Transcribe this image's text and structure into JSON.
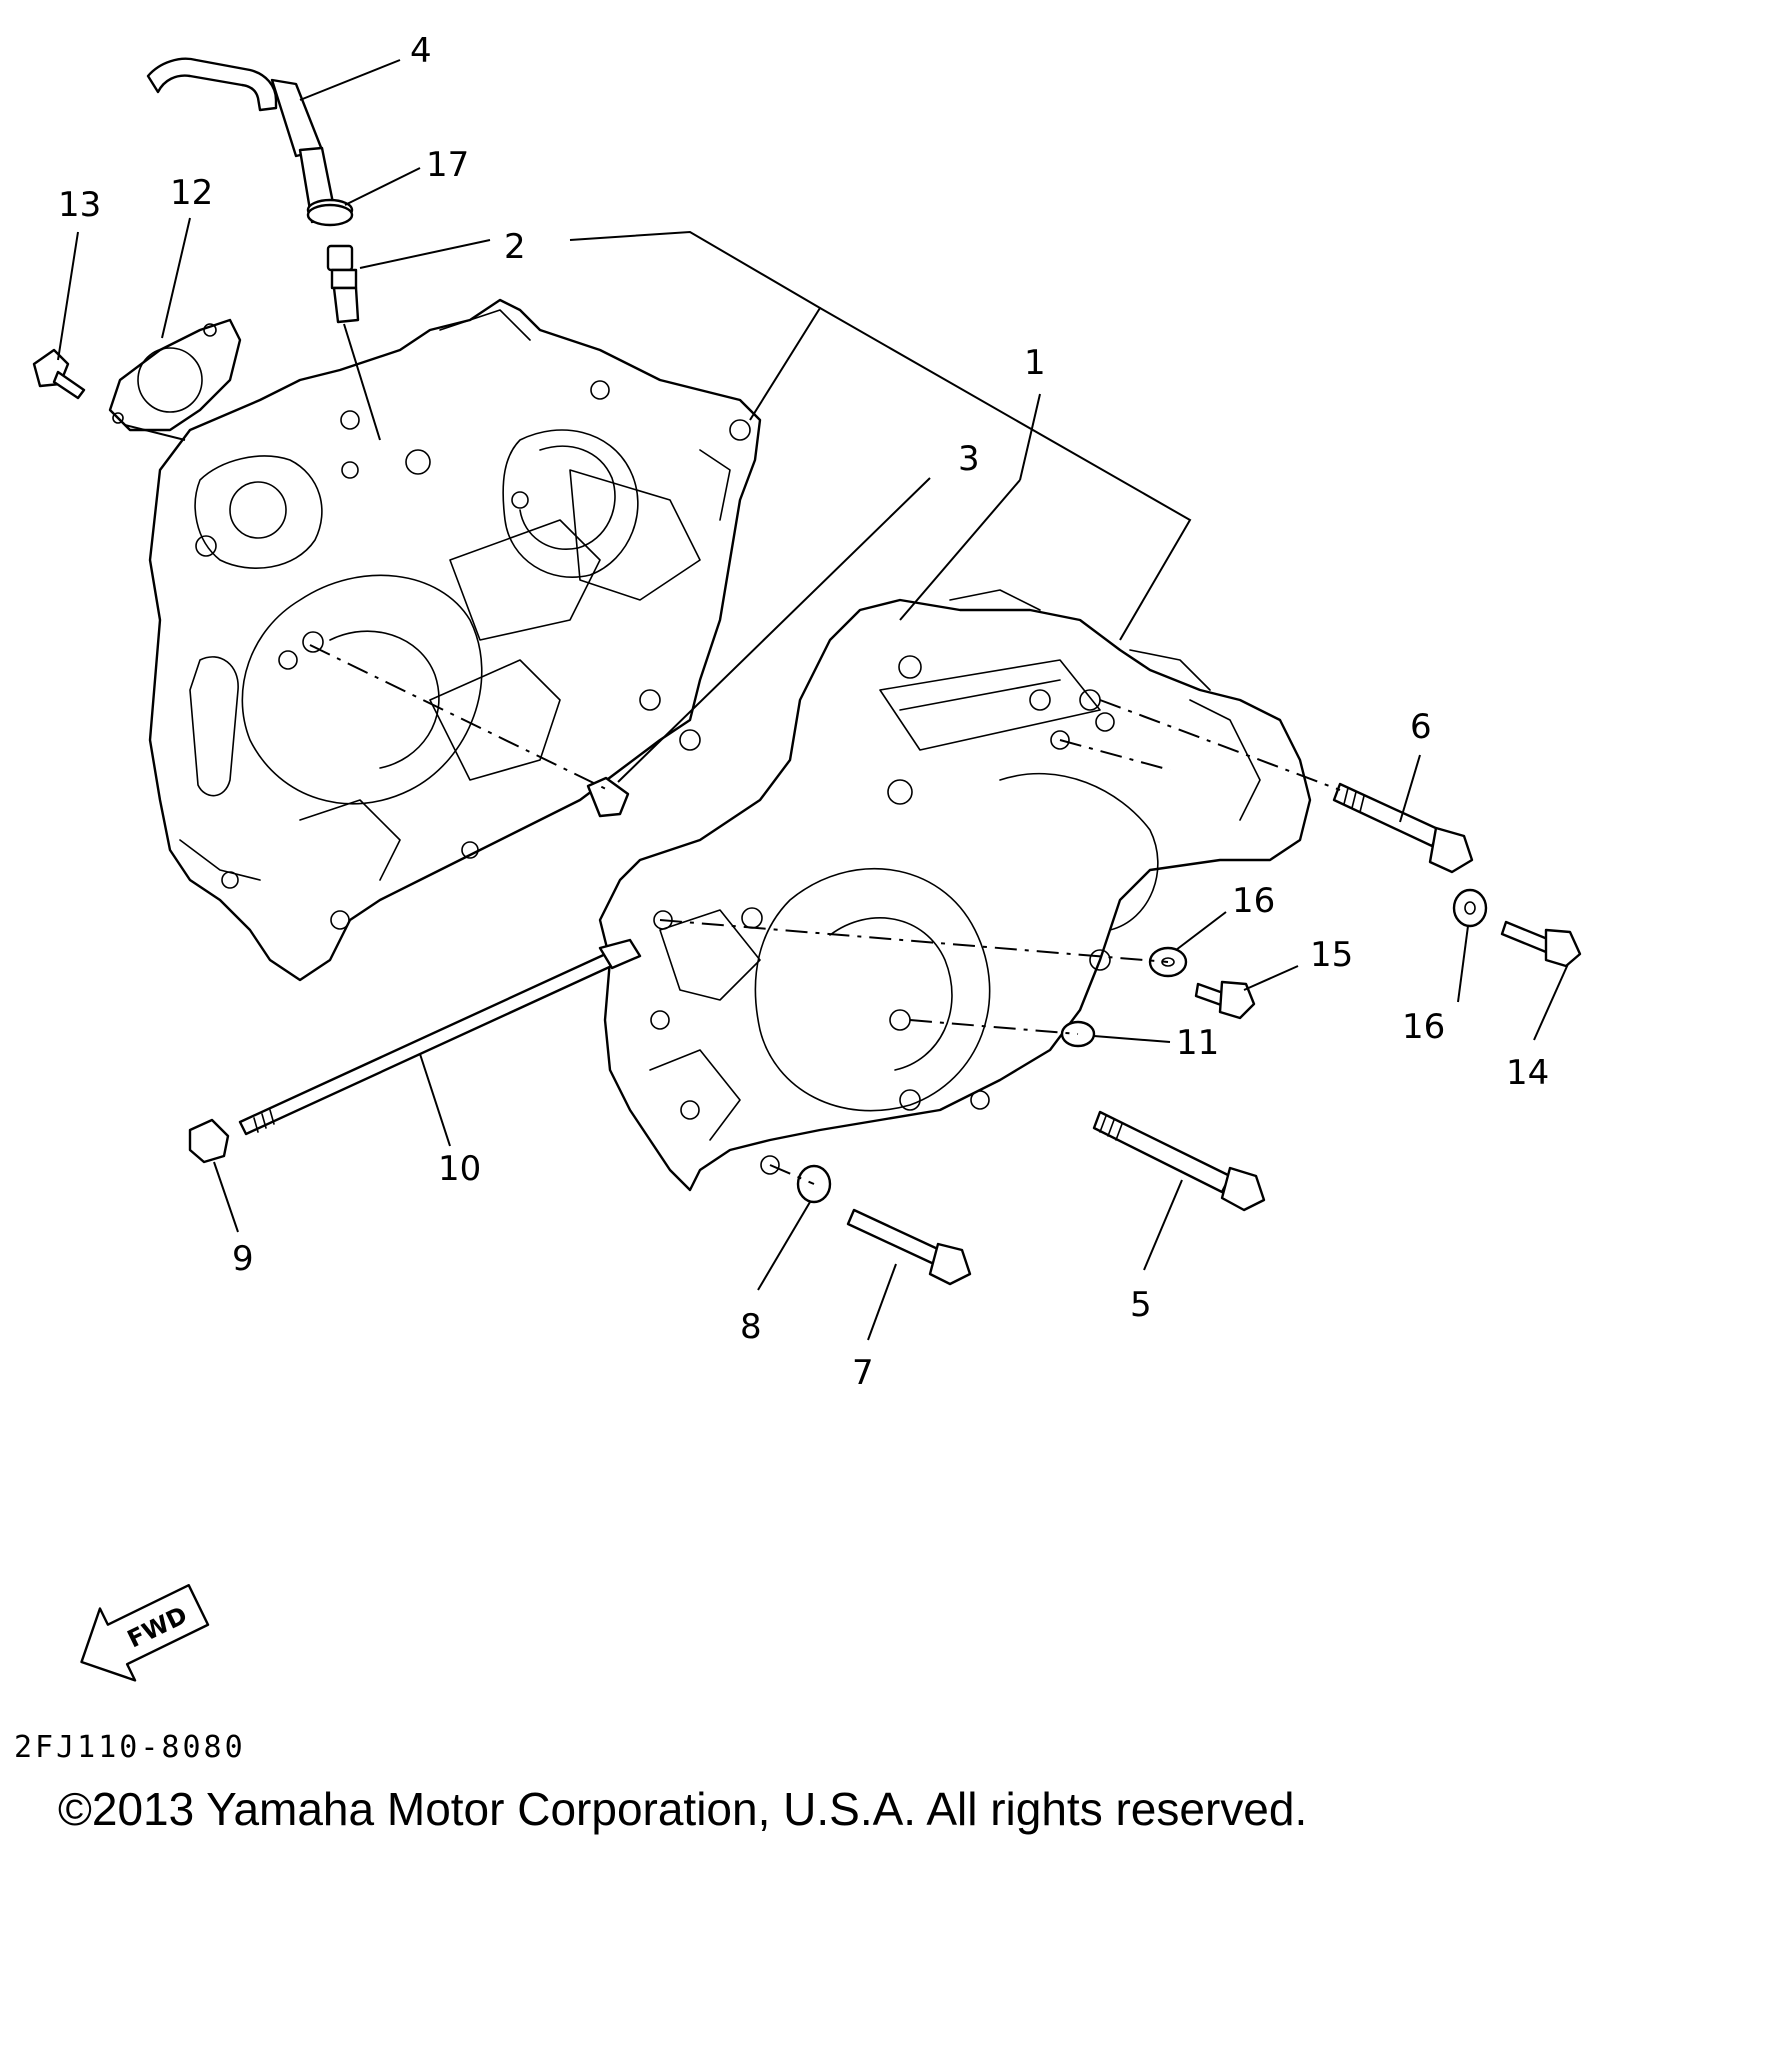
{
  "diagram": {
    "callouts": [
      {
        "id": "c1",
        "label": "1"
      },
      {
        "id": "c2",
        "label": "2"
      },
      {
        "id": "c3",
        "label": "3"
      },
      {
        "id": "c4",
        "label": "4"
      },
      {
        "id": "c5",
        "label": "5"
      },
      {
        "id": "c6",
        "label": "6"
      },
      {
        "id": "c7",
        "label": "7"
      },
      {
        "id": "c8",
        "label": "8"
      },
      {
        "id": "c9",
        "label": "9"
      },
      {
        "id": "c10",
        "label": "10"
      },
      {
        "id": "c11",
        "label": "11"
      },
      {
        "id": "c12",
        "label": "12"
      },
      {
        "id": "c13",
        "label": "13"
      },
      {
        "id": "c14",
        "label": "14"
      },
      {
        "id": "c15",
        "label": "15"
      },
      {
        "id": "c16a",
        "label": "16"
      },
      {
        "id": "c16b",
        "label": "16"
      },
      {
        "id": "c17",
        "label": "17"
      }
    ],
    "fwd_label": "FWD",
    "reference_code": "2FJ110-8080",
    "copyright": "©2013 Yamaha Motor Corporation, U.S.A. All rights reserved."
  }
}
